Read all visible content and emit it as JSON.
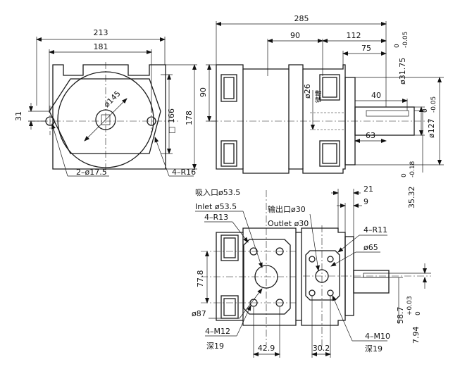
{
  "front_view": {
    "width_overall": "213",
    "bolt_spacing": "181",
    "flange_height": "166",
    "square_symbol": "□",
    "body_height": "178",
    "offset_31": "31",
    "pcd": "ø145",
    "mount_holes": "2–ø17.5",
    "corner_radius": "4–R16"
  },
  "side_view": {
    "length_overall": "285",
    "d90_top": "90",
    "d112": "112",
    "d75": "75",
    "d90_left": "90",
    "shaft_dia": "ø31.75",
    "shaft_dia_upper": "0",
    "shaft_dia_lower": "-0.05",
    "pilot_dia": "ø127",
    "pilot_upper": "0",
    "pilot_lower": "-0.05",
    "d40": "40",
    "d63": "63",
    "d26": "ø26",
    "key_label": "键槽",
    "key_height": "35.32",
    "key_upper": "0",
    "key_lower": "-0.18"
  },
  "ports_view": {
    "inlet_cn": "吸入口ø53.5",
    "inlet_en": "Inlet ø53.5",
    "outlet_cn": "输出口ø30",
    "outlet_en": "Outlet ø30",
    "r13": "4–R13",
    "r11": "4–R11",
    "d65": "ø65",
    "d21": "21",
    "d9": "9",
    "d77_8": "77.8",
    "d87": "ø87",
    "m12": "4–M12",
    "depth19_a": "深19",
    "d42_9": "42.9",
    "d30_2": "30.2",
    "m10": "4–M10",
    "depth19_b": "深19",
    "d58_7": "58.7",
    "key_width": "7.94",
    "key_w_upper": "+0.03",
    "key_w_lower": "0"
  }
}
